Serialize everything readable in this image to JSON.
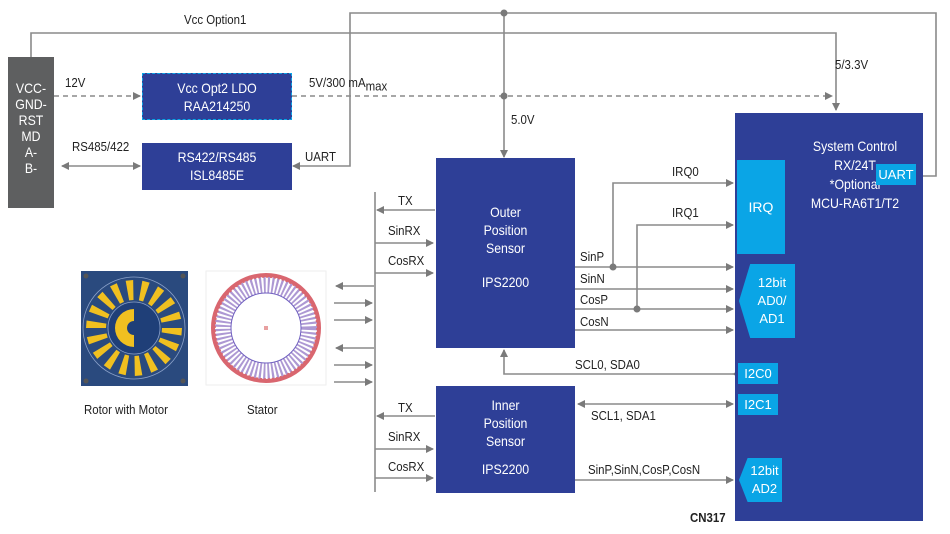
{
  "diagram": {
    "connector": {
      "pins": [
        "VCC-",
        "GND-",
        "RST",
        "MD",
        "A-",
        "B-"
      ]
    },
    "labels": {
      "vcc_option1": "Vcc Option1",
      "v12": "12V",
      "ldo_out": "5V/300 mA",
      "ldo_out_sub": "max",
      "v5_3_3": "5/3.3V",
      "v5_0": "5.0V",
      "rs485": "RS485/422",
      "uart_line": "UART",
      "irq0": "IRQ0",
      "irq1": "IRQ1",
      "sinp": "SinP",
      "sinn": "SinN",
      "cosp": "CosP",
      "cosn": "CosN",
      "scl0": "SCL0, SDA0",
      "scl1": "SCL1, SDA1",
      "inner_bus": "SinP,SinN,CosP,CosN",
      "outer_tx": "TX",
      "outer_sinrx": "SinRX",
      "outer_cosrx": "CosRX",
      "inner_tx": "TX",
      "inner_sinrx": "SinRX",
      "inner_cosrx": "CosRX",
      "cn317": "CN317",
      "rotor": "Rotor with Motor",
      "stator": "Stator"
    },
    "blocks": {
      "ldo": [
        "Vcc Opt2 LDO",
        "RAA214250"
      ],
      "rs422": [
        "RS422/RS485",
        "ISL8485E"
      ],
      "outer": [
        "Outer",
        "Position",
        "Sensor",
        "",
        "IPS2200"
      ],
      "inner": [
        "Inner",
        "Position",
        "Sensor",
        "",
        "IPS2200"
      ],
      "mcu": [
        "System Control",
        "RX/24T",
        "*Optional",
        "MCU-RA6T1/T2"
      ],
      "mcu_uart": "UART",
      "mcu_irq": "IRQ",
      "mcu_ad01": [
        "12bit",
        "AD0/",
        "AD1"
      ],
      "mcu_i2c0": "I2C0",
      "mcu_i2c1": "I2C1",
      "mcu_ad2": [
        "12bit",
        "AD2"
      ]
    },
    "colors": {
      "block": "#2e3f97",
      "accent": "#0aa5e6",
      "connector": "#5e5f60",
      "wire": "#8a8a8a",
      "rotor_yellow": "#f0c020",
      "stator_red": "#d9666f"
    }
  }
}
